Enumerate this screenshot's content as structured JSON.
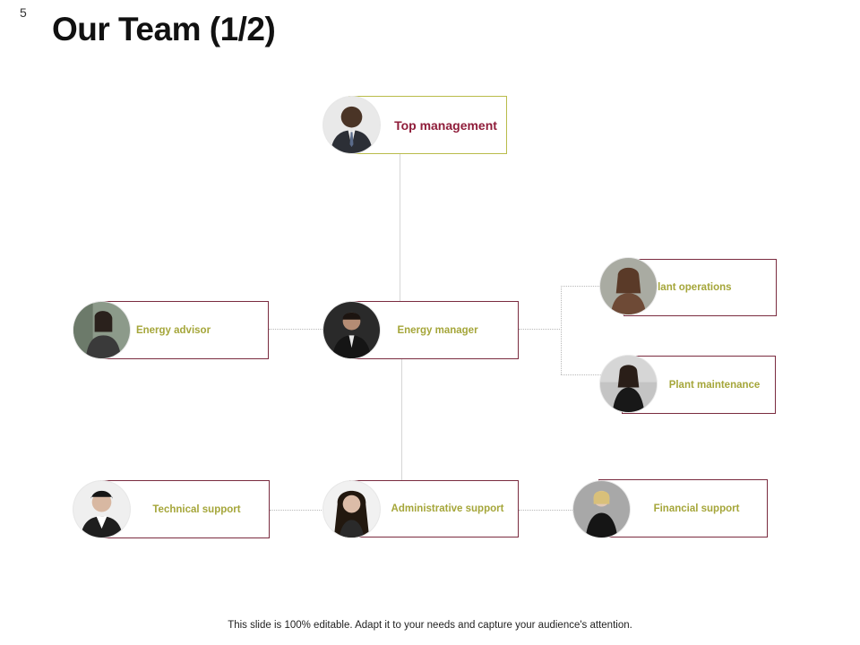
{
  "slide": {
    "number": "5",
    "title": "Our Team (1/2)"
  },
  "nodes": {
    "top": "Top management",
    "energy_advisor": "Energy advisor",
    "energy_manager": "Energy manager",
    "plant_operations": "Plant operations",
    "plant_maintenance": "Plant maintenance",
    "technical_support": "Technical support",
    "administrative_support": "Administrative support",
    "financial_support": "Financial support"
  },
  "footer": "This slide is 100% editable. Adapt it to your needs and capture your audience's attention.",
  "colors": {
    "border": "#7a2b3f",
    "label": "#a5a63a",
    "top_label": "#8f1d3a",
    "top_border": "#b9bc4a"
  }
}
